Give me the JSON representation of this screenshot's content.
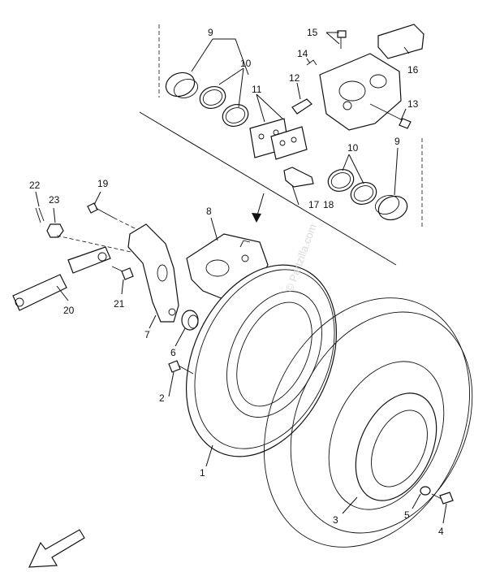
{
  "watermark": "© Partzilla.com",
  "callouts": {
    "c1": "1",
    "c2": "2",
    "c3": "3",
    "c4": "4",
    "c5": "5",
    "c6": "6",
    "c7": "7",
    "c8": "8",
    "c9a": "9",
    "c9b": "9",
    "c10a": "10",
    "c10b": "10",
    "c11": "11",
    "c12": "12",
    "c13": "13",
    "c14": "14",
    "c15": "15",
    "c16": "16",
    "c17": "17",
    "c18": "18",
    "c19": "19",
    "c20": "20",
    "c21": "21",
    "c22": "22",
    "c23": "23"
  },
  "front_arrow_icon": "arrow-down-left-icon"
}
